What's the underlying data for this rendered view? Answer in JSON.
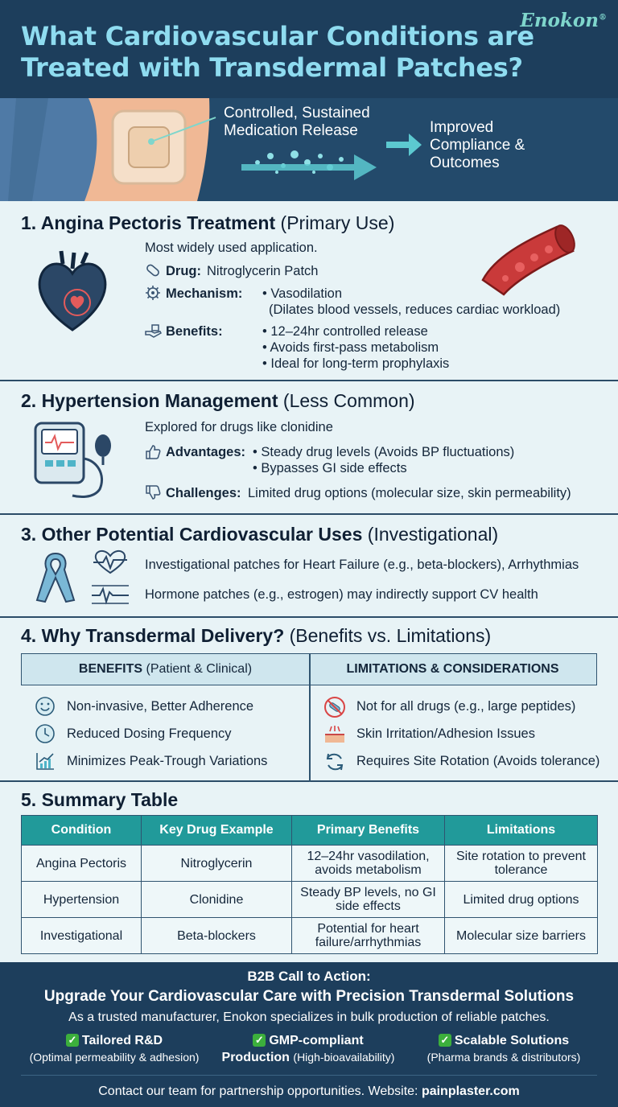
{
  "header": {
    "title": "What Cardiovascular Conditions are Treated with Transdermal Patches?",
    "brand": "Enokon",
    "brand_mark": "®"
  },
  "hero": {
    "release_text": "Controlled, Sustained Medication Release",
    "outcome_text": "Improved Compliance & Outcomes"
  },
  "section1": {
    "title": "1. Angina Pectoris Treatment",
    "subtitle": "(Primary Use)",
    "intro": "Most widely used application.",
    "drug_label": "Drug:",
    "drug_value": "Nitroglycerin Patch",
    "mechanism_label": "Mechanism:",
    "mechanism_items": [
      "• Vasodilation",
      "(Dilates blood vessels, reduces cardiac workload)"
    ],
    "benefits_label": "Benefits:",
    "benefits_items": [
      "• 12–24hr controlled release",
      "• Avoids first-pass metabolism",
      "• Ideal for long-term prophylaxis"
    ]
  },
  "section2": {
    "title": "2. Hypertension Management",
    "subtitle": "(Less Common)",
    "intro": "Explored for drugs like clonidine",
    "advantages_label": "Advantages:",
    "advantages_items": [
      "• Steady drug levels (Avoids BP fluctuations)",
      "• Bypasses GI side effects"
    ],
    "challenges_label": "Challenges:",
    "challenges_value": "Limited drug options (molecular size, skin permeability)"
  },
  "section3": {
    "title": "3. Other Potential Cardiovascular Uses",
    "subtitle": "(Investigational)",
    "line1": "Investigational patches for Heart Failure (e.g., beta-blockers), Arrhythmias",
    "line2": "Hormone patches (e.g., estrogen) may indirectly support CV health"
  },
  "section4": {
    "title": "4. Why Transdermal Delivery?",
    "subtitle": "(Benefits vs. Limitations)",
    "benefits_header": "BENEFITS",
    "benefits_header_sub": "(Patient & Clinical)",
    "limitations_header": "LIMITATIONS & CONSIDERATIONS",
    "benefits": [
      {
        "text": "Non-invasive, Better Adherence",
        "icon": "smiley-icon"
      },
      {
        "text": "Reduced Dosing Frequency",
        "icon": "clock-icon"
      },
      {
        "text": "Minimizes Peak-Trough Variations",
        "icon": "chart-trend-icon"
      }
    ],
    "limitations": [
      {
        "text": "Not for all drugs",
        "sub": "(e.g., large peptides)",
        "icon": "no-pill-icon"
      },
      {
        "text": "Skin Irritation/Adhesion Issues",
        "sub": "",
        "icon": "skin-irritation-icon"
      },
      {
        "text": "Requires Site Rotation",
        "sub": "(Avoids tolerance)",
        "icon": "rotation-icon"
      }
    ]
  },
  "section5": {
    "title": "5. Summary Table",
    "columns": [
      "Condition",
      "Key Drug Example",
      "Primary Benefits",
      "Limitations"
    ],
    "rows": [
      [
        "Angina Pectoris",
        "Nitroglycerin",
        "12–24hr vasodilation, avoids metabolism",
        "Site rotation to prevent tolerance"
      ],
      [
        "Hypertension",
        "Clonidine",
        "Steady BP levels, no GI side effects",
        "Limited drug options"
      ],
      [
        "Investigational",
        "Beta-blockers",
        "Potential for heart failure/arrhythmias",
        "Molecular size barriers"
      ]
    ]
  },
  "cta": {
    "label": "B2B Call to Action:",
    "headline": "Upgrade Your Cardiovascular Care with Precision Transdermal Solutions",
    "description": "As a trusted manufacturer, Enokon specializes in bulk production of reliable patches.",
    "features": [
      {
        "title": "Tailored R&D",
        "note": "(Optimal permeability & adhesion)"
      },
      {
        "title": "GMP-compliant",
        "title2": "Production",
        "note": "(High-bioavailability)"
      },
      {
        "title": "Scalable Solutions",
        "note": "(Pharma brands & distributors)"
      }
    ],
    "contact_text": "Contact our team for partnership opportunities. Website:",
    "website": "painplaster.com"
  },
  "colors": {
    "header_bg": "#1d3e5c",
    "title_color": "#8fdcf0",
    "teal_accent": "#219a9a",
    "page_bg": "#e8f3f6",
    "check_green": "#3caf3c"
  }
}
